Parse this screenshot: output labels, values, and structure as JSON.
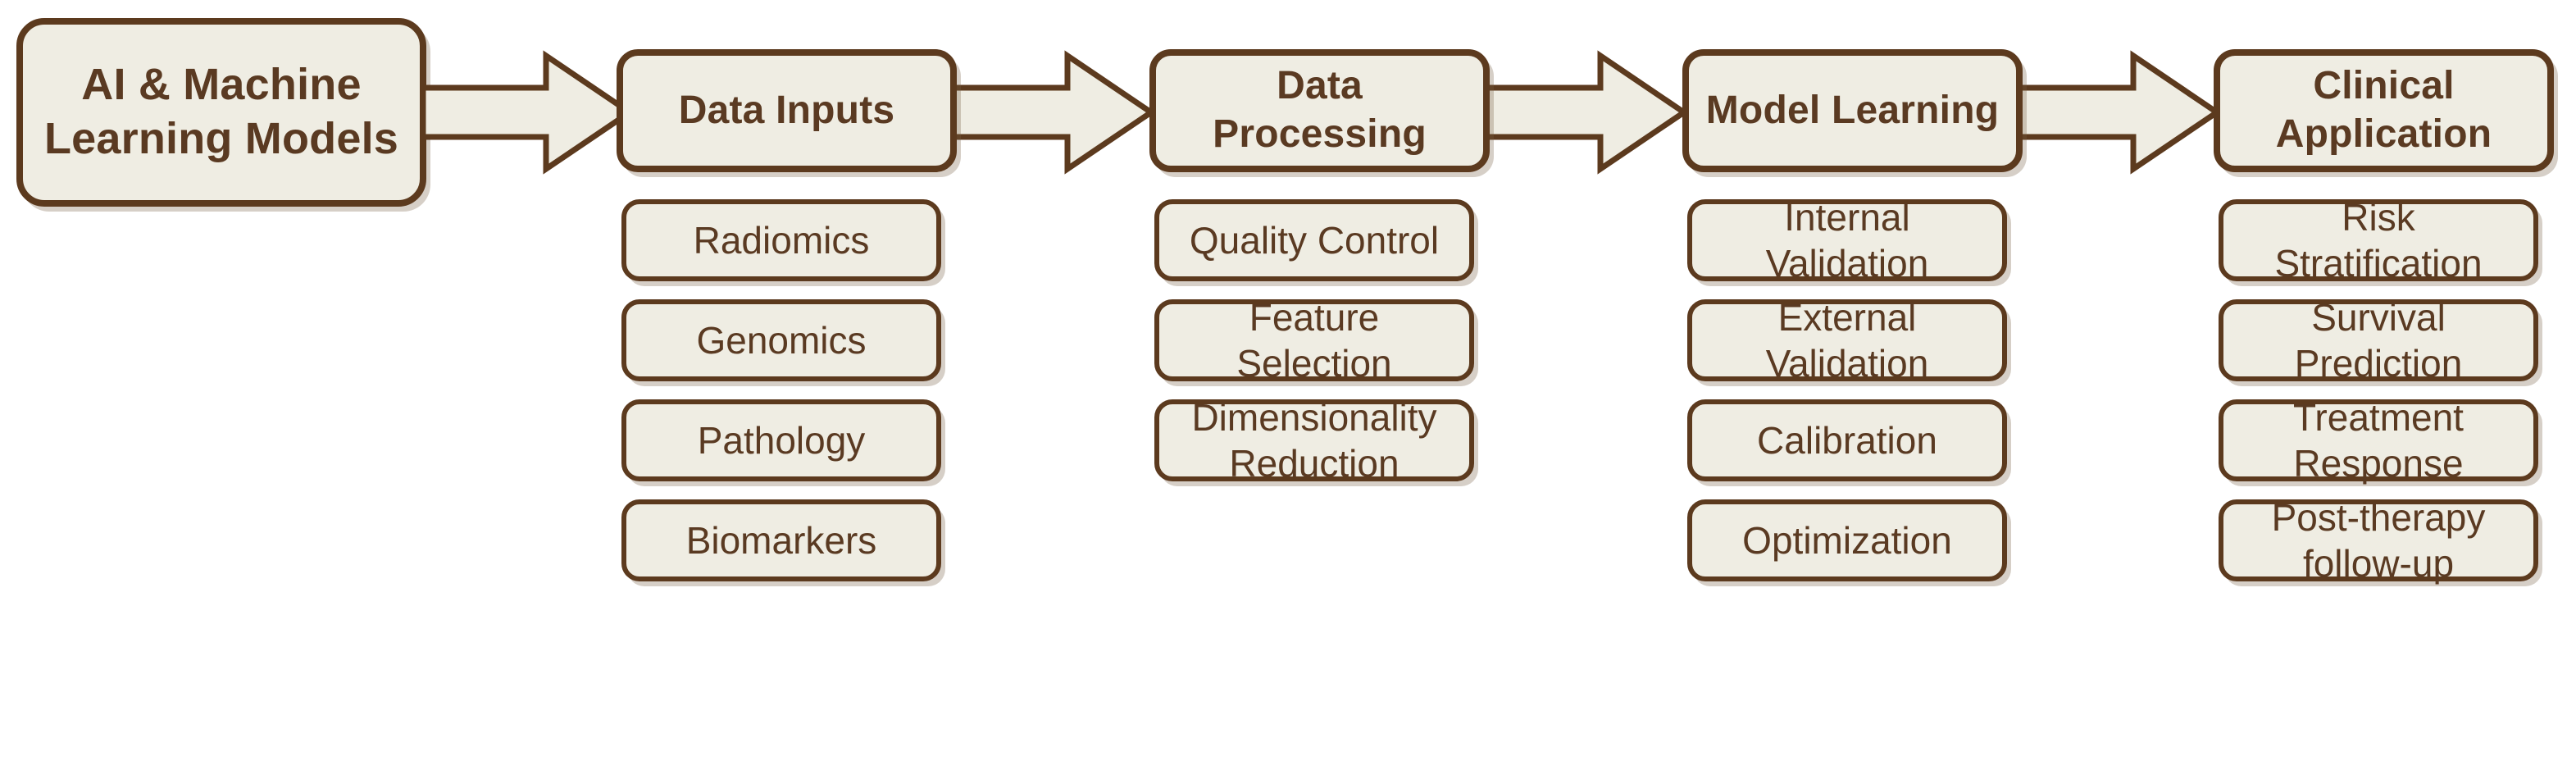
{
  "diagram": {
    "title": "AI & Machine Learning Models pipeline",
    "colors": {
      "fill": "#EFEDE3",
      "stroke": "#5C3A1E",
      "text": "#5A3A22",
      "background": "#FFFFFF",
      "shadow": "#9A8268"
    },
    "root": {
      "label": "AI & Machine\nLearning Models",
      "line1": "AI & Machine",
      "line2": "Learning Models"
    },
    "connectors": [
      {
        "name": "arrow-root-to-data-inputs",
        "glyph": "block-arrow-right"
      },
      {
        "name": "arrow-data-inputs-to-data-processing",
        "glyph": "block-arrow-right"
      },
      {
        "name": "arrow-data-processing-to-model-learning",
        "glyph": "block-arrow-right"
      },
      {
        "name": "arrow-model-learning-to-clinical-application",
        "glyph": "block-arrow-right"
      }
    ],
    "stages": [
      {
        "id": "data-inputs",
        "header": "Data Inputs",
        "header_line1": "Data Inputs",
        "header_line2": "",
        "items": [
          "Radiomics",
          "Genomics",
          "Pathology",
          "Biomarkers"
        ]
      },
      {
        "id": "data-processing",
        "header": "Data Processing",
        "header_line1": "Data Processing",
        "header_line2": "",
        "items": [
          "Quality Control",
          "Feature\nSelection",
          "Dimensionality\nReduction"
        ]
      },
      {
        "id": "model-learning",
        "header": "Model Learning",
        "header_line1": "Model Learning",
        "header_line2": "",
        "items": [
          "Internal\nValidation",
          "External\nValidation",
          "Calibration",
          "Optimization"
        ]
      },
      {
        "id": "clinical-application",
        "header": "Clinical Application",
        "header_line1": "Clinical",
        "header_line2": "Application",
        "items": [
          "Risk\nStratification",
          "Survival\nPrediction",
          "Treatment\nResponse",
          "Post-therapy\nfollow-up"
        ]
      }
    ]
  }
}
